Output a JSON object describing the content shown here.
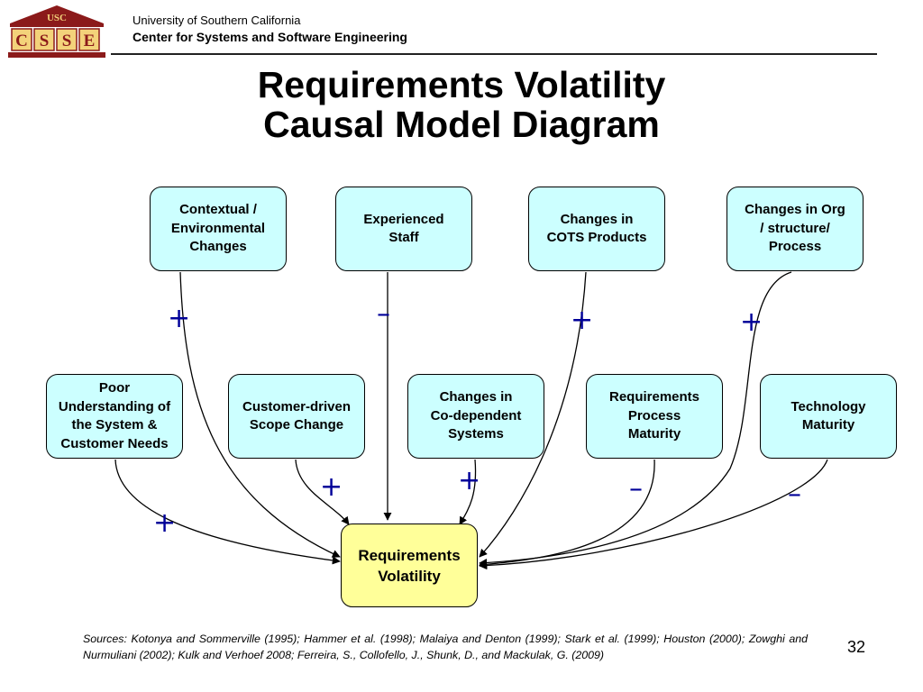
{
  "header": {
    "org_line1": "University of Southern California",
    "org_line2": "Center for Systems and Software Engineering",
    "logo_top_text": "USC",
    "logo_letters": [
      "C",
      "S",
      "S",
      "E"
    ]
  },
  "title": {
    "line1": "Requirements Volatility",
    "line2": "Causal Model Diagram"
  },
  "diagram": {
    "target": "Requirements\nVolatility",
    "top_row": [
      {
        "label": "Contextual /\nEnvironmental\nChanges",
        "sign": "+"
      },
      {
        "label": "Experienced\nStaff",
        "sign": "–"
      },
      {
        "label": "Changes in\nCOTS Products",
        "sign": "+"
      },
      {
        "label": "Changes in Org\n/ structure/\nProcess",
        "sign": "+"
      }
    ],
    "middle_row": [
      {
        "label": "Poor\nUnderstanding of\nthe System &\nCustomer Needs",
        "sign": "+"
      },
      {
        "label": "Customer-driven\nScope Change",
        "sign": "+"
      },
      {
        "label": "Changes in\nCo-dependent\nSystems",
        "sign": "+"
      },
      {
        "label": "Requirements\nProcess\nMaturity",
        "sign": "–"
      },
      {
        "label": "Technology\nMaturity",
        "sign": "–"
      }
    ],
    "colors": {
      "box_fill": "#ccffff",
      "target_fill": "#ffff99",
      "sign_color": "#000099",
      "logo_color": "#8b1a1a"
    }
  },
  "footer": {
    "sources": "Sources: Kotonya and Sommerville (1995); Hammer et al. (1998); Malaiya and Denton (1999); Stark et al. (1999); Houston (2000); Zowghi and Nurmuliani (2002); Kulk and Verhoef 2008; Ferreira, S., Collofello, J., Shunk, D., and Mackulak, G. (2009)",
    "page_number": "32"
  }
}
